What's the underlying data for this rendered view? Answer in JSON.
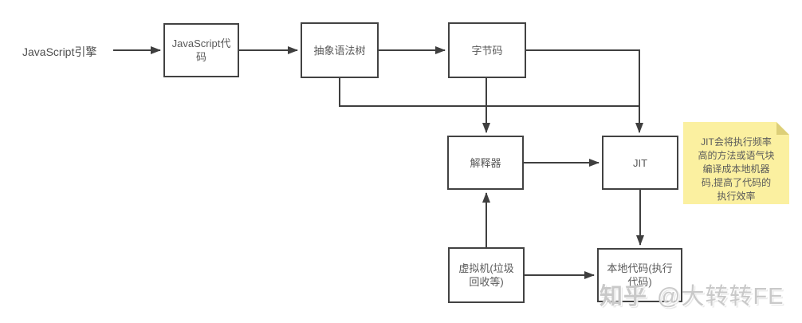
{
  "diagram": {
    "title_label": "JavaScript引擎",
    "nodes": {
      "code": {
        "label": "JavaScript代码"
      },
      "ast": {
        "label": "抽象语法树"
      },
      "bytecode": {
        "label": "字节码"
      },
      "interpreter": {
        "label": "解释器"
      },
      "jit": {
        "label": "JIT"
      },
      "vm": {
        "label": "虚拟机(垃圾回收等)"
      },
      "native": {
        "label": "本地代码(执行代码)"
      }
    },
    "edges": [
      {
        "from": "JavaScript引擎",
        "to": "JavaScript代码"
      },
      {
        "from": "JavaScript代码",
        "to": "抽象语法树"
      },
      {
        "from": "抽象语法树",
        "to": "字节码"
      },
      {
        "from": "抽象语法树",
        "to": "JIT"
      },
      {
        "from": "字节码",
        "to": "解释器"
      },
      {
        "from": "字节码",
        "to": "JIT"
      },
      {
        "from": "解释器",
        "to": "JIT"
      },
      {
        "from": "虚拟机(垃圾回收等)",
        "to": "解释器"
      },
      {
        "from": "虚拟机(垃圾回收等)",
        "to": "本地代码(执行代码)"
      },
      {
        "from": "JIT",
        "to": "本地代码(执行代码)"
      }
    ],
    "note": {
      "text": "JIT会将执行频率高的方法或语气块编译成本地机器码,提高了代码的执行效率",
      "lines": [
        "JIT会将执行频率",
        "高的方法或语气块",
        "编译成本地机器",
        "码,提高了代码的",
        "执行效率"
      ]
    },
    "watermark": {
      "brand": "知乎",
      "handle": "@大转转FE"
    },
    "colors": {
      "line": "#3f3f3f",
      "box_border": "#424242",
      "text": "#595959",
      "note_bg": "#fbf0a0",
      "note_fold": "#ddcf78",
      "watermark": "#c9c9c9"
    }
  }
}
